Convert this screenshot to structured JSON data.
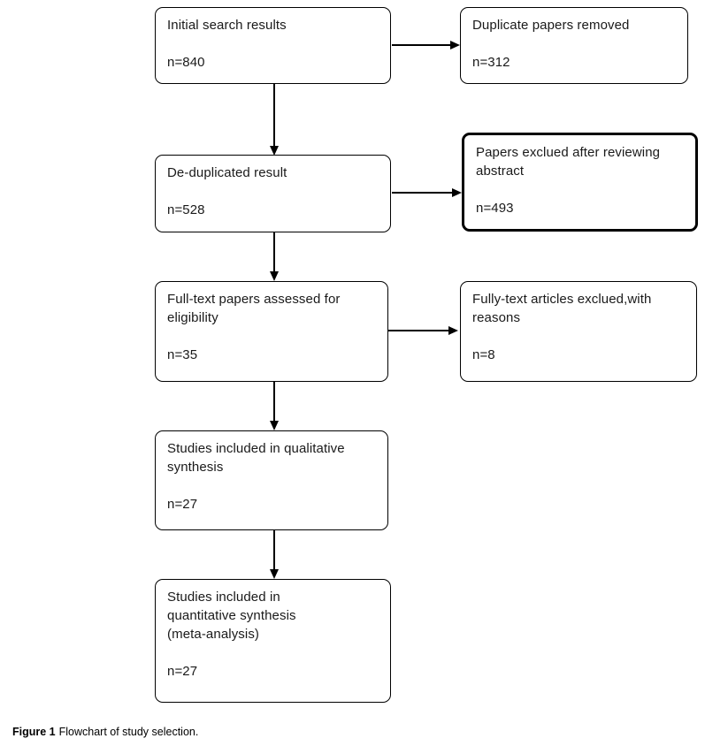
{
  "figure": {
    "caption_label": "Figure 1",
    "caption_text": "Flowchart of study selection."
  },
  "boxes": {
    "initial": {
      "label": "Initial search results",
      "count": "n=840"
    },
    "duplicates": {
      "label": "Duplicate papers removed",
      "count": "n=312"
    },
    "dedup": {
      "label": "De-duplicated result",
      "count": "n=528"
    },
    "abstract_excluded": {
      "label": "Papers exclued after reviewing\nabstract",
      "count": "n=493"
    },
    "fulltext": {
      "label": "Full-text papers assessed for\neligibility",
      "count": "n=35"
    },
    "fulltext_excluded": {
      "label": "Fully-text articles exclued,with\nreasons",
      "count": "n=8"
    },
    "qualitative": {
      "label": "Studies included in qualitative\nsynthesis",
      "count": "n=27"
    },
    "quantitative": {
      "label": "Studies included in\nquantitative synthesis\n(meta-analysis)",
      "count": "n=27"
    }
  },
  "colors": {
    "line": "#000000",
    "text": "#1a1a1a",
    "background": "#ffffff"
  }
}
